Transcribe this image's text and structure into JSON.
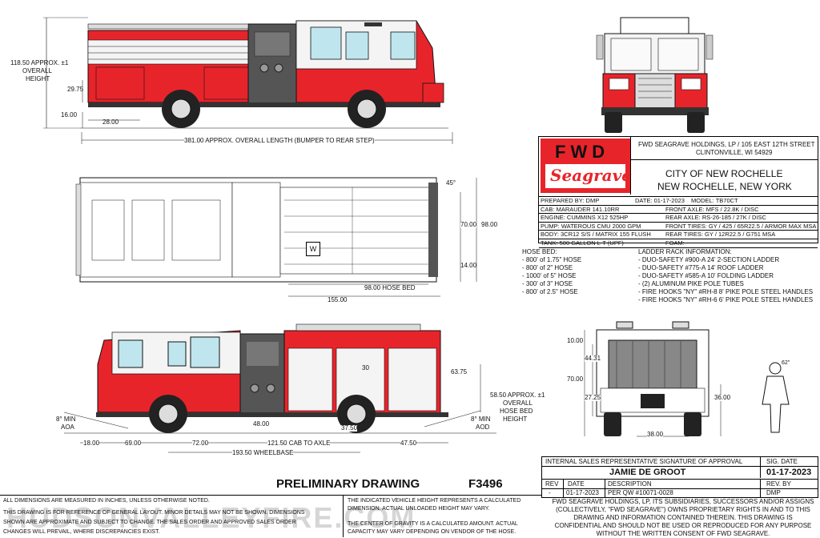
{
  "colors": {
    "fire_red": "#e8242b",
    "body_white": "#f4f4f4",
    "tire": "#222222",
    "line": "#111111",
    "grid": "#cccccc"
  },
  "side_view_top": {
    "height_label_1": "118.50 APPROX. ±1",
    "height_label_2": "OVERALL",
    "height_label_3": "HEIGHT",
    "dim_29_75": "29.75",
    "dim_16_00": "16.00",
    "dim_28_00": "28.00",
    "overall_length": "381.00 APPROX. OVERALL LENGTH (BUMPER TO REAR STEP)"
  },
  "top_view": {
    "dim_45": "45°",
    "dim_70": "70.00",
    "dim_98": "98.00",
    "dim_14": "14.00",
    "hose_bed": "98.00 HOSE BED",
    "dim_155": "155.00",
    "w_mark": "W"
  },
  "side_view_bottom": {
    "aoa_1": "8° MIN",
    "aoa_2": "AOA",
    "aod_1": "8° MIN",
    "aod_2": "AOD",
    "dim_18": "18.00",
    "dim_69": "69.00",
    "dim_72": "72.00",
    "cab_to_axle": "121.50 CAB TO AXLE",
    "wheelbase": "193.50 WHEELBASE",
    "dim_48": "48.00",
    "dim_37_5": "37.50",
    "dim_47_5": "47.50",
    "dim_63_75": "63.75",
    "dim_30": "30",
    "hose_bed_h_1": "58.50 APPROX. ±1",
    "hose_bed_h_2": "OVERALL",
    "hose_bed_h_3": "HOSE BED",
    "hose_bed_h_4": "HEIGHT"
  },
  "rear_view": {
    "dim_10": "10.00",
    "dim_44_31": "44.31",
    "dim_70": "70.00",
    "dim_27_25": "27.25",
    "dim_36": "36.00",
    "dim_38": "38.00",
    "dim_62": "62\""
  },
  "title_block": {
    "logo_fwd": "FWD",
    "logo_seagrave": "Seagrave",
    "address_1": "FWD SEAGRAVE HOLDINGS, LP / 105 EAST 12TH STREET",
    "address_2": "CLINTONVILLE, WI 54929",
    "customer_1": "CITY OF NEW ROCHELLE",
    "customer_2": "NEW ROCHELLE, NEW YORK",
    "rows": [
      {
        "left": "PREPARED BY: DMP",
        "mid": "DATE: 01-17-2023",
        "right": "MODEL: TB70CT"
      },
      {
        "left": "CAB: MARAUDER 141.10RR",
        "mid": "",
        "right": "FRONT AXLE: MFS / 22.8K / DISC"
      },
      {
        "left": "ENGINE: CUMMINS X12 525HP",
        "mid": "",
        "right": "REAR AXLE: RS-26-185 / 27K / DISC"
      },
      {
        "left": "PUMP: WATEROUS CMU 2000 GPM",
        "mid": "",
        "right": "FRONT TIRES: GY / 425 / 65R22.5 / ARMOR MAX MSA"
      },
      {
        "left": "BODY: 3CR12 S/S / MATRIX 155 FLUSH",
        "mid": "",
        "right": "REAR TIRES: GY / 12R22.5 / G751 MSA"
      },
      {
        "left": "TANK: 500 GALLON L-T (UPF)",
        "mid": "",
        "right": "FOAM: -"
      }
    ]
  },
  "hose_bed_list": {
    "heading": "HOSE BED:",
    "items": [
      "- 800' of 1.75\" HOSE",
      "- 800' of 2\" HOSE",
      "- 1000' of 5\" HOSE",
      "- 300' of 3\" HOSE",
      "- 800' of 2.5\" HOSE"
    ]
  },
  "ladder_list": {
    "heading": "LADDER RACK INFORMATION:",
    "items": [
      "- DUO-SAFETY #900-A 24' 2-SECTION LADDER",
      "- DUO-SAFETY #775-A 14' ROOF LADDER",
      "- DUO-SAFETY #585-A 10' FOLDING LADDER",
      "- (2) ALUMINUM PIKE POLE TUBES",
      "- FIRE HOOKS \"NY\" #RH-8 8' PIKE POLE STEEL HANDLES",
      "- FIRE HOOKS \"NY\" #RH-6 6' PIKE POLE STEEL HANDLES"
    ]
  },
  "approval": {
    "signature_label": "INTERNAL SALES REPRESENTATIVE SIGNATURE OF APPROVAL",
    "sig_date_label": "SIG. DATE",
    "signer": "JAMIE DE GROOT",
    "sig_date": "01-17-2023",
    "rev_header": {
      "rev": "REV",
      "date": "DATE",
      "description": "DESCRIPTION",
      "rev_by": "REV. BY"
    },
    "rev_row": {
      "rev": "-",
      "date": "01-17-2023",
      "description": "PER QW #10071-0028",
      "rev_by": "DMP"
    }
  },
  "footer": {
    "preliminary": "PRELIMINARY DRAWING",
    "drawing_no": "F3496",
    "note_1": "ALL DIMENSIONS ARE MEASURED IN INCHES, UNLESS OTHERWISE NOTED.",
    "note_2a": "THIS DRAWING IS FOR REFERENCE OF GENERAL LAYOUT. MINOR DETAILS MAY NOT BE SHOWN. DIMENSIONS",
    "note_2b": "SHOWN ARE APPROXIMATE AND SUBJECT TO CHANGE. THE SALES ORDER AND APPROVED SALES ORDER",
    "note_2c": "CHANGES WILL PREVAIL, WHERE DISCREPANCIES EXIST.",
    "note_3a": "THE INDICATED VEHICLE HEIGHT REPRESENTS A CALCULATED",
    "note_3b": "DIMENSION. ACTUAL UNLOADED HEIGHT MAY VARY.",
    "note_4a": "THE CENTER OF GRAVITY IS A CALCULATED AMOUNT. ACTUAL",
    "note_4b": "CAPACITY MAY VARY DEPENDING ON VENDOR OF THE HOSE.",
    "legal": "FWD SEAGRAVE HOLDINGS, LP, ITS SUBSIDIARIES, SUCCESSORS AND/OR ASSIGNS (COLLECTIVELY, \"FWD SEAGRAVE\") OWNS PROPRIETARY RIGHTS IN AND TO THIS DRAWING AND INFORMATION CONTAINED THEREIN. THIS DRAWING IS CONFIDENTIAL AND SHOULD NOT BE USED OR REPRODUCED FOR ANY PURPOSE WITHOUT THE WRITTEN CONSENT OF FWD SEAGRAVE.",
    "watermark": "HUDSONVALLEYFIRE.COM"
  }
}
